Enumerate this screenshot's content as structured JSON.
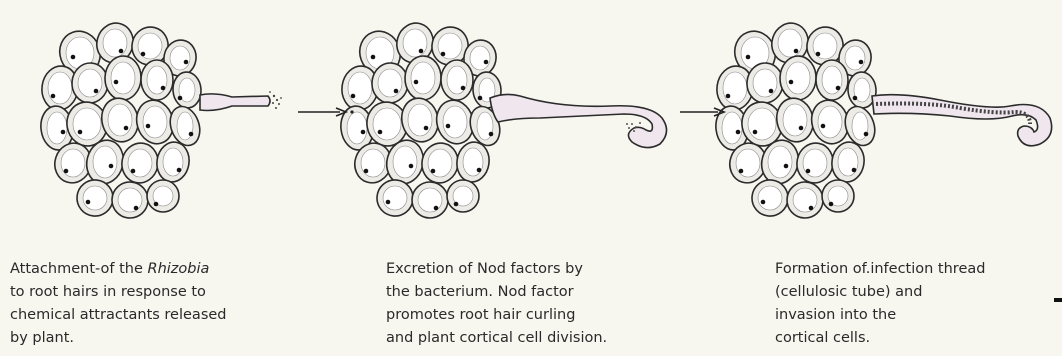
{
  "stages": [
    {
      "id": "attachment",
      "caption_lines": [
        {
          "parts": [
            {
              "text": "Attachment-of the ",
              "italic": false
            },
            {
              "text": "Rhizobia",
              "italic": true
            }
          ]
        },
        {
          "parts": [
            {
              "text": "to root hairs in response to",
              "italic": false
            }
          ]
        },
        {
          "parts": [
            {
              "text": "chemical attractants released",
              "italic": false
            }
          ]
        },
        {
          "parts": [
            {
              "text": "by plant.",
              "italic": false
            }
          ]
        }
      ]
    },
    {
      "id": "nod-factor",
      "caption_lines": [
        {
          "parts": [
            {
              "text": "Excretion of Nod factors by",
              "italic": false
            }
          ]
        },
        {
          "parts": [
            {
              "text": "the bacterium. Nod factor",
              "italic": false
            }
          ]
        },
        {
          "parts": [
            {
              "text": "promotes root hair curling",
              "italic": false
            }
          ]
        },
        {
          "parts": [
            {
              "text": "and plant cortical cell division.",
              "italic": false
            }
          ]
        }
      ]
    },
    {
      "id": "infection-thread",
      "caption_lines": [
        {
          "parts": [
            {
              "text": "Formation of.infection thread",
              "italic": false
            }
          ]
        },
        {
          "parts": [
            {
              "text": "(cellulosic tube) and",
              "italic": false
            }
          ]
        },
        {
          "parts": [
            {
              "text": "invasion into the",
              "italic": false
            }
          ]
        },
        {
          "parts": [
            {
              "text": "cortical cells.",
              "italic": false
            }
          ]
        }
      ]
    }
  ],
  "colors": {
    "cell_outline": "#2b2b2b",
    "cell_fill": "#ecebe6",
    "nucleus": "#111111",
    "tube_fill": "#efe6ee",
    "background": "#f7f6ef"
  }
}
